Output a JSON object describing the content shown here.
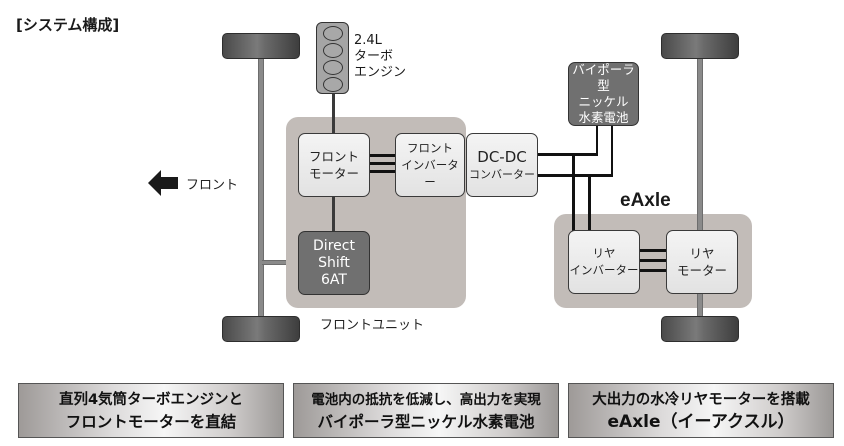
{
  "title": "[システム構成]",
  "engine": {
    "lines": [
      "2.4L",
      "ターボ",
      "エンジン"
    ],
    "cylinders": 4
  },
  "battery": {
    "lines": [
      "バイポーラ型",
      "ニッケル",
      "水素電池"
    ]
  },
  "front_unit": {
    "label": "フロントユニット",
    "front_motor": [
      "フロント",
      "モーター"
    ],
    "front_inverter": [
      "フロント",
      "インバーター"
    ],
    "transmission": [
      "Direct",
      "Shift",
      "6AT"
    ]
  },
  "dcdc": [
    "DC-DC",
    "コンバーター"
  ],
  "eaxle": {
    "label": "eAxle",
    "rear_inverter": [
      "リヤ",
      "インバーター"
    ],
    "rear_motor": [
      "リヤ",
      "モーター"
    ]
  },
  "direction": {
    "label": "フロント",
    "icon": "arrow-left-icon"
  },
  "captions": [
    {
      "line1": "直列4気筒ターボエンジンと",
      "line2": "フロントモーターを直結"
    },
    {
      "line1": "電池内の抵抗を低減し、高出力を実現",
      "line2": "バイポーラ型ニッケル水素電池"
    },
    {
      "line1": "大出力の水冷リヤモーターを搭載",
      "line2": "eAxle（イーアクスル）"
    }
  ],
  "colors": {
    "unit_background": "#c2bcb8",
    "dark_box": "#707070",
    "wire": "#111111",
    "axle": "#8a8a8a"
  }
}
